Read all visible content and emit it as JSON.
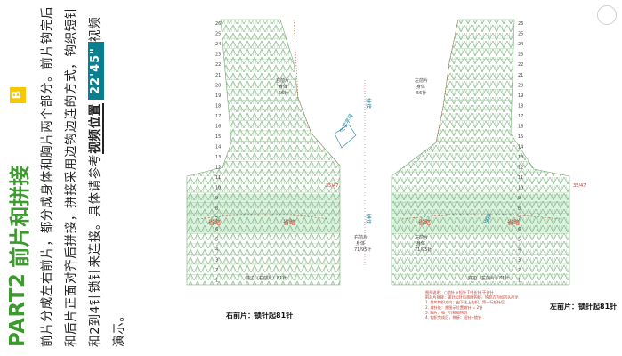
{
  "sidebar": {
    "part": "PART2",
    "title": "前片和拼接",
    "badge": "B",
    "paragraph": "前片分成左右前片，都分成身体和胸片两个部分。前片钩完后和后片正面对齐后拼接，拼接采用边钩边连的方式，钩织短针和2到4针锁针来连接。具体请参考",
    "video_link": "视频位置",
    "video_time": "22'45\"",
    "paragraph_end": "视频演示。"
  },
  "diagram": {
    "right_front": {
      "caption": "右前片：锁针起81针",
      "body_label": "右前片",
      "body_sub": "身体",
      "body_count": "56针",
      "yoke_label": "右前片",
      "yoke_sub": "身体",
      "yoke_count": "71/95针",
      "shaping_label": "省略",
      "base_note": "底边（右前片）81针",
      "seam_label": "拼接",
      "row_start": "起",
      "side_mark": "35/47"
    },
    "left_front": {
      "caption": "左前片：锁针起81针",
      "body_label": "左前片",
      "body_sub": "身体",
      "body_count": "56针",
      "yoke_label": "左前片",
      "yoke_sub": "身体",
      "yoke_count": "71/95针",
      "shaping_label": "省略",
      "base_note": "底边（左前片）81针",
      "seam_label": "拼接",
      "row_start": "起",
      "side_mark": "35/47"
    },
    "handwritten": [
      "文学字母",
      "拼接"
    ],
    "row_numbers_top": [
      "26",
      "25",
      "24",
      "23",
      "22",
      "21",
      "20",
      "19",
      "18",
      "17",
      "16",
      "15",
      "14",
      "13",
      "12",
      "11",
      "10",
      "9",
      "8",
      "7",
      "6",
      "5",
      "4",
      "3",
      "2",
      "1"
    ],
    "legend": [
      "图例说明：○锁针 ×短针 T中长针 干长针",
      "前后片拼接：锁针起针后按图钩织，钩织方向如箭头所示",
      "1. 前片钩织方向：由下往上钩织，第一行起针后",
      "2. 减针处：按图示位置减针 = 2针",
      "3. 胸片：每一行按图钩织",
      "4. 钩织完成后，拼接：短针+锁针"
    ]
  },
  "colors": {
    "green": "#3c9a2f",
    "badge": "#f5c800",
    "video_bg": "#0a7f8e",
    "band": "#dcf2e0",
    "stitch": "#6aa26c",
    "red": "#c0392b",
    "blue": "#1a7fa0"
  }
}
